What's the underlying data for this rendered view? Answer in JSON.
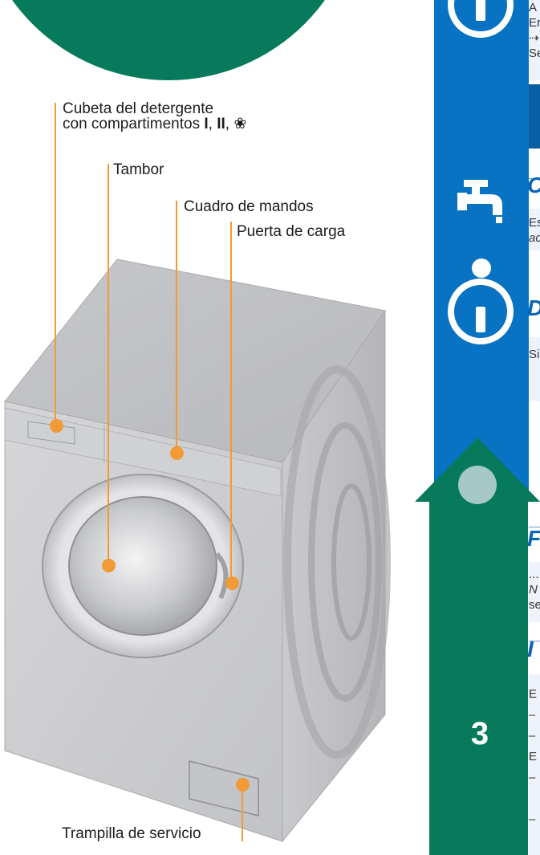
{
  "labels": {
    "detergent_line1": "Cubeta del detergente",
    "detergent_line2": "con compartimentos ",
    "detergent_I": "I",
    "detergent_sep1": ", ",
    "detergent_II": "II",
    "detergent_sep2": ", ",
    "detergent_symbol": "❀",
    "drum": "Tambor",
    "control_panel": "Cuadro de mandos",
    "loading_door": "Puerta de carga",
    "service_hatch": "Trampilla de servicio"
  },
  "right_column": {
    "top_lines": [
      "A",
      "Er",
      "⇢",
      "Se"
    ],
    "section_c": "C",
    "section_c_lines": [
      "Es",
      "ac"
    ],
    "section_d": "D",
    "section_d_lines": [
      "Si"
    ],
    "section_f": "F",
    "section_f_lines": [
      "...",
      "N",
      "se"
    ],
    "section_i": "I",
    "section_i_lines": [
      "E",
      "–",
      "–",
      "E",
      "–",
      "–"
    ]
  },
  "page_number": "3",
  "colors": {
    "green": "#077a5c",
    "blue": "#0773c2",
    "orange": "#f29a36",
    "light_blue_bg": "#eef3fb"
  },
  "icons": [
    "info-icon",
    "faucet-icon",
    "info-icon",
    "up-arrow-icon"
  ]
}
